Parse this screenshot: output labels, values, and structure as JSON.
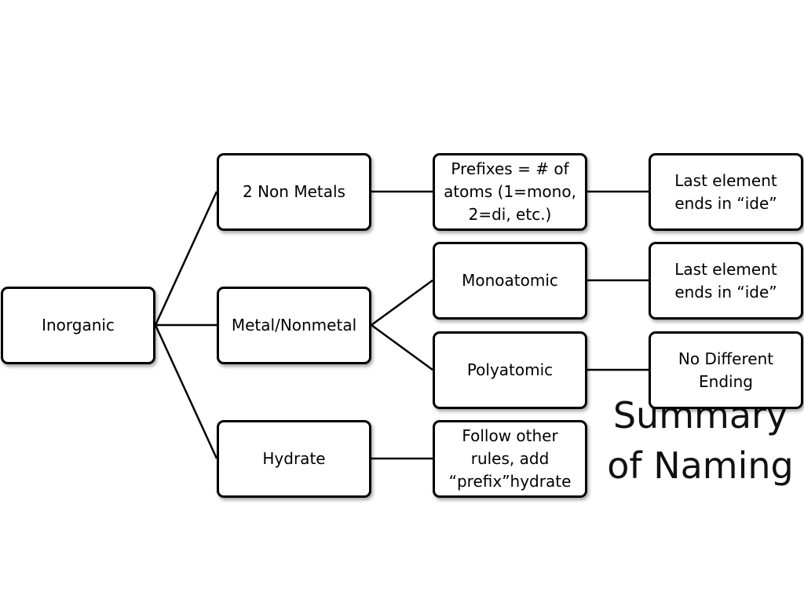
{
  "slide": {
    "title_line1": "Summary",
    "title_line2": "of Naming"
  },
  "nodes": {
    "inorganic": "Inorganic",
    "two_non_metals": "2 Non Metals",
    "metal_nonmetal": "Metal/Nonmetal",
    "hydrate": "Hydrate",
    "prefixes": "Prefixes = # of atoms (1=mono, 2=di, etc.)",
    "monoatomic": "Monoatomic",
    "polyatomic": "Polyatomic",
    "follow_rules": "Follow other rules, add “prefix”hydrate",
    "last_element_1": "Last element ends in “ide”",
    "last_element_2": "Last element ends in “ide”",
    "no_different_ending": "No Different Ending"
  },
  "colors": {
    "box_border": "#000000",
    "box_fill": "#ffffff",
    "connector": "#000000",
    "title_text": "#111111"
  }
}
